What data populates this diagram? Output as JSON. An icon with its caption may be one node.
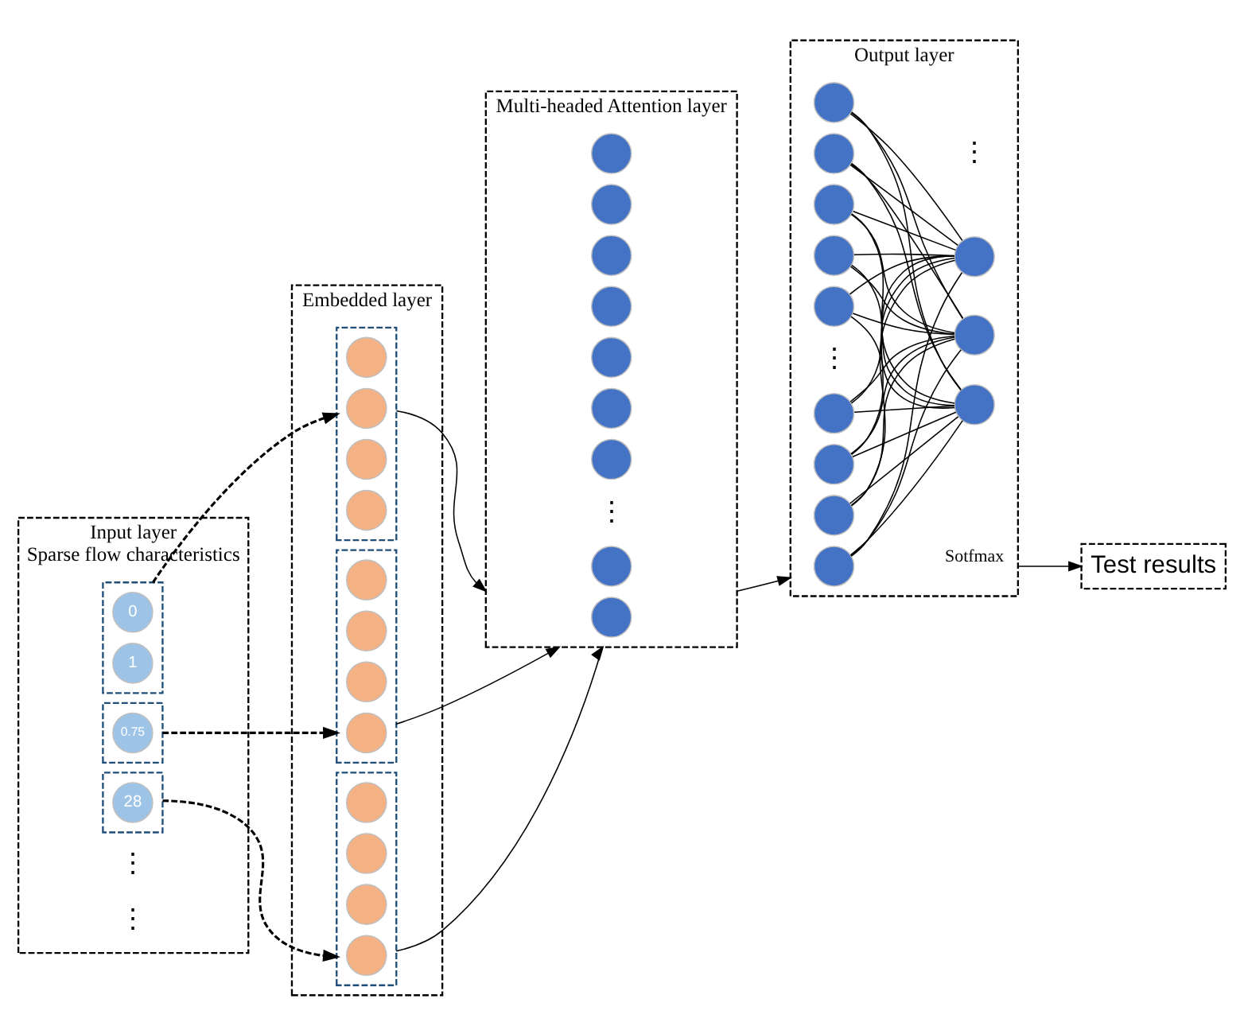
{
  "diagram": {
    "nodes": [
      {
        "text": [
          "Input layer",
          "Sparse flow characteristics"
        ]
      },
      {
        "text": [],
        "shape": "box",
        "in": 0
      },
      {
        "text": [
          "1"
        ],
        "in": 1
      },
      {
        "text": [
          "0"
        ],
        "in": 1
      },
      {
        "text": [],
        "shape": "box",
        "in": 0
      },
      {
        "text": [
          "0.75"
        ],
        "in": 4
      },
      {
        "text": [],
        "shape": "box",
        "in": 0
      },
      {
        "text": [
          "28"
        ],
        "in": 6
      },
      {
        "text": [
          "Embedded layer"
        ]
      },
      {
        "text": [],
        "shape": "box",
        "in": 8
      },
      {
        "text": [],
        "shape": "circle",
        "in": 9
      },
      {
        "text": [],
        "shape": "circle",
        "in": 9
      },
      {
        "text": [],
        "shape": "circle",
        "in": 9
      },
      {
        "text": [],
        "shape": "circle",
        "in": 9
      },
      {
        "text": [],
        "shape": "box",
        "in": 8
      },
      {
        "text": [],
        "shape": "circle",
        "in": 14
      },
      {
        "text": [],
        "shape": "circle",
        "in": 14
      },
      {
        "text": [],
        "shape": "circle",
        "in": 14
      },
      {
        "text": [],
        "shape": "circle",
        "in": 14
      },
      {
        "text": [],
        "shape": "box",
        "in": 8
      },
      {
        "text": [],
        "shape": "circle",
        "in": 19
      },
      {
        "text": [],
        "shape": "circle",
        "in": 19
      },
      {
        "text": [],
        "shape": "circle",
        "in": 19
      },
      {
        "text": [],
        "shape": "circle",
        "in": 19
      },
      {
        "text": [
          "Multi-headed Attention layer"
        ]
      },
      {
        "text": [],
        "shape": "circle",
        "in": 24
      },
      {
        "text": [],
        "shape": "circle",
        "in": 24
      },
      {
        "text": [],
        "shape": "circle",
        "in": 24
      },
      {
        "text": [],
        "shape": "circle",
        "in": 24
      },
      {
        "text": [],
        "shape": "circle",
        "in": 24
      },
      {
        "text": [],
        "shape": "circle",
        "in": 24
      },
      {
        "text": [],
        "shape": "circle",
        "in": 24
      },
      {
        "text": [],
        "shape": "circle",
        "in": 24
      },
      {
        "text": [],
        "shape": "circle",
        "in": 24
      },
      {
        "text": [
          "Output layer"
        ]
      },
      {
        "text": [],
        "shape": "circle",
        "in": 34
      },
      {
        "text": [],
        "shape": "circle",
        "in": 34
      },
      {
        "text": [],
        "shape": "circle",
        "in": 34
      },
      {
        "text": [],
        "shape": "circle",
        "in": 34
      },
      {
        "text": [],
        "shape": "circle",
        "in": 34
      },
      {
        "text": [],
        "shape": "circle",
        "in": 34
      },
      {
        "text": [],
        "shape": "circle",
        "in": 34
      },
      {
        "text": [],
        "shape": "circle",
        "in": 34
      },
      {
        "text": [],
        "shape": "circle",
        "in": 34
      },
      {
        "text": [],
        "shape": "circle",
        "in": 34
      },
      {
        "text": [],
        "shape": "circle",
        "in": 34
      },
      {
        "text": [],
        "shape": "circle",
        "in": 34
      },
      {
        "text": [
          "Test results"
        ]
      }
    ],
    "edges": [
      {
        "from": 1,
        "to": 9,
        "arrow": "to",
        "style": "dashed"
      },
      {
        "from": 4,
        "to": 14,
        "arrow": "to",
        "style": "dashed"
      },
      {
        "from": 6,
        "to": 19,
        "arrow": "to",
        "style": "dashed"
      },
      {
        "from": 9,
        "to": 24,
        "arrow": "to"
      },
      {
        "from": 14,
        "to": 24,
        "arrow": "to"
      },
      {
        "from": 19,
        "to": 24,
        "arrow": "to"
      },
      {
        "from": 24,
        "to": 34,
        "arrow": "to"
      },
      {
        "from": 35,
        "to": 44,
        "arrow": "none"
      },
      {
        "from": 35,
        "to": 45,
        "arrow": "none"
      },
      {
        "from": 35,
        "to": 46,
        "arrow": "none"
      },
      {
        "from": 36,
        "to": 44,
        "arrow": "none"
      },
      {
        "from": 36,
        "to": 45,
        "arrow": "none"
      },
      {
        "from": 36,
        "to": 46,
        "arrow": "none"
      },
      {
        "from": 37,
        "to": 44,
        "arrow": "none"
      },
      {
        "from": 37,
        "to": 45,
        "arrow": "none"
      },
      {
        "from": 37,
        "to": 46,
        "arrow": "none"
      },
      {
        "from": 38,
        "to": 44,
        "arrow": "none"
      },
      {
        "from": 38,
        "to": 45,
        "arrow": "none"
      },
      {
        "from": 38,
        "to": 46,
        "arrow": "none"
      },
      {
        "from": 39,
        "to": 44,
        "arrow": "none"
      },
      {
        "from": 39,
        "to": 45,
        "arrow": "none"
      },
      {
        "from": 39,
        "to": 46,
        "arrow": "none"
      },
      {
        "from": 40,
        "to": 44,
        "arrow": "none"
      },
      {
        "from": 40,
        "to": 45,
        "arrow": "none"
      },
      {
        "from": 40,
        "to": 46,
        "arrow": "none"
      },
      {
        "from": 41,
        "to": 44,
        "arrow": "none"
      },
      {
        "from": 41,
        "to": 45,
        "arrow": "none"
      },
      {
        "from": 41,
        "to": 46,
        "arrow": "none"
      },
      {
        "from": 42,
        "to": 44,
        "arrow": "none"
      },
      {
        "from": 42,
        "to": 45,
        "arrow": "none"
      },
      {
        "from": 42,
        "to": 46,
        "arrow": "none"
      },
      {
        "from": 43,
        "to": 44,
        "arrow": "none"
      },
      {
        "from": 43,
        "to": 45,
        "arrow": "none"
      },
      {
        "from": 43,
        "to": 46,
        "arrow": "none"
      },
      {
        "from": 34,
        "to": 47,
        "arrow": "to",
        "label": "Sotfmax"
      }
    ],
    "labels": [
      "⋮",
      "⋮",
      "⋮",
      "⋮",
      "⋮"
    ]
  }
}
